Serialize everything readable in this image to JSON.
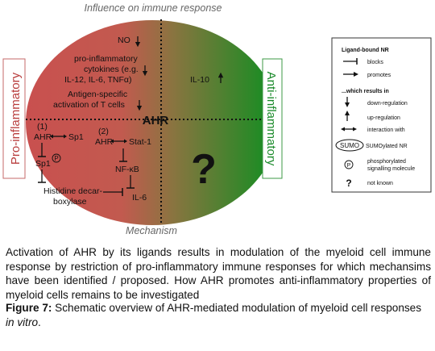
{
  "diagram": {
    "top_label": "Influence on immune response",
    "bottom_label": "Mechanism",
    "left_label": "Pro-inflammatory",
    "right_label": "Anti-inflammatory",
    "center_label": "AHR",
    "unknown_mark": "?",
    "upper_left": {
      "no": "NO",
      "cytokines_line1": "pro-inflammatory",
      "cytokines_line2": "cytokines (e.g.",
      "cytokines_line3": "IL-12, IL-6, TNFα)",
      "antigen_line1": "Antigen-specific",
      "antigen_line2": "activation of T cells"
    },
    "upper_right": {
      "il10": "IL-10"
    },
    "lower_left": {
      "label_1": "(1)",
      "ahr_a": "AHR",
      "sp1": "Sp1",
      "sp1_p": "Sp1",
      "p_symbol": "P",
      "histidine_line1": "Histidine decar-",
      "histidine_line2": "boxylase",
      "label_2": "(2)",
      "ahr_b": "AHR",
      "stat1": "Stat-1",
      "nfkb": "NF-κB",
      "il6": "IL-6"
    }
  },
  "legend": {
    "title": "Ligand-bound NR",
    "blocks": "blocks",
    "promotes": "promotes",
    "results_in": "...which results in",
    "down_regulation": "down-regulation",
    "up_regulation": "up-regulation",
    "interaction_with": "interaction with",
    "sumo_symbol": "SUMO",
    "sumo_desc": "SUMOylated NR",
    "p_symbol": "P",
    "phospho_line1": "phosphorylated",
    "phospho_line2": "signalling molecule",
    "unknown_symbol": "?",
    "unknown_desc": "not known"
  },
  "caption": {
    "body": "Activation of AHR by its ligands results in modulation of the myeloid cell immune response by restriction of pro-inflammatory immune responses for which mechansims have been identified / proposed. How AHR promotes anti-inflammatory properties of myeloid cells remains to be investigated",
    "figure_label": "Figure 7:",
    "figure_text": " Schematic overview of AHR-mediated modulation of myeloid cell responses ",
    "figure_italic": "in vitro",
    "figure_end": "."
  },
  "colors": {
    "pro_red": "#c9504f",
    "anti_green": "#0e8a1c",
    "pro_label": "#b83c3c",
    "anti_label": "#1a8a2a"
  }
}
